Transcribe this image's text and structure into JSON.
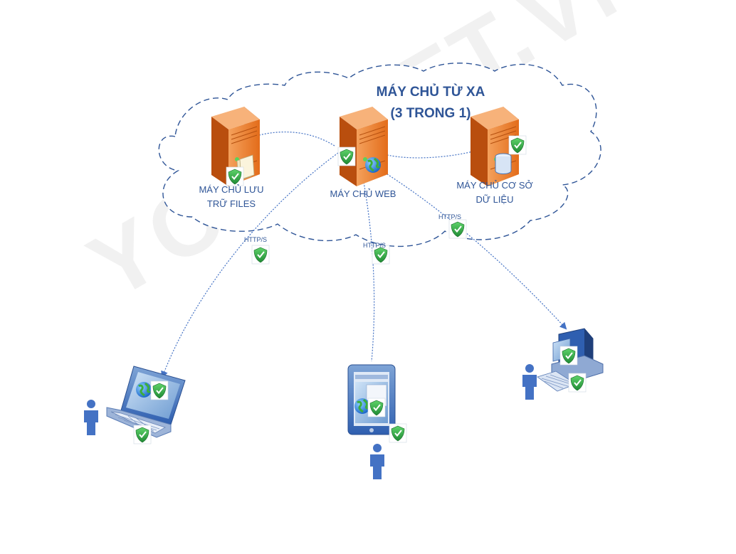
{
  "title": {
    "line1": "MÁY CHỦ TỪ XA",
    "line2": "(3 TRONG 1)"
  },
  "watermark": "YOUSOFT.VN",
  "servers": {
    "files": {
      "line1": "MÁY CHỦ LƯU",
      "line2": "TRỮ FILES"
    },
    "web": {
      "line1": "MÁY CHỦ WEB"
    },
    "database": {
      "line1": "MÁY CHỦ CƠ SỞ",
      "line2": "DỮ LIỆU"
    }
  },
  "protocols": {
    "laptop": "HTTP/S",
    "tablet": "HTTP/S",
    "desktop": "HTTP/S"
  },
  "colors": {
    "accent": "#2f5597",
    "server": "#e8782a",
    "shield": "#27a744",
    "user": "#4472c4"
  }
}
